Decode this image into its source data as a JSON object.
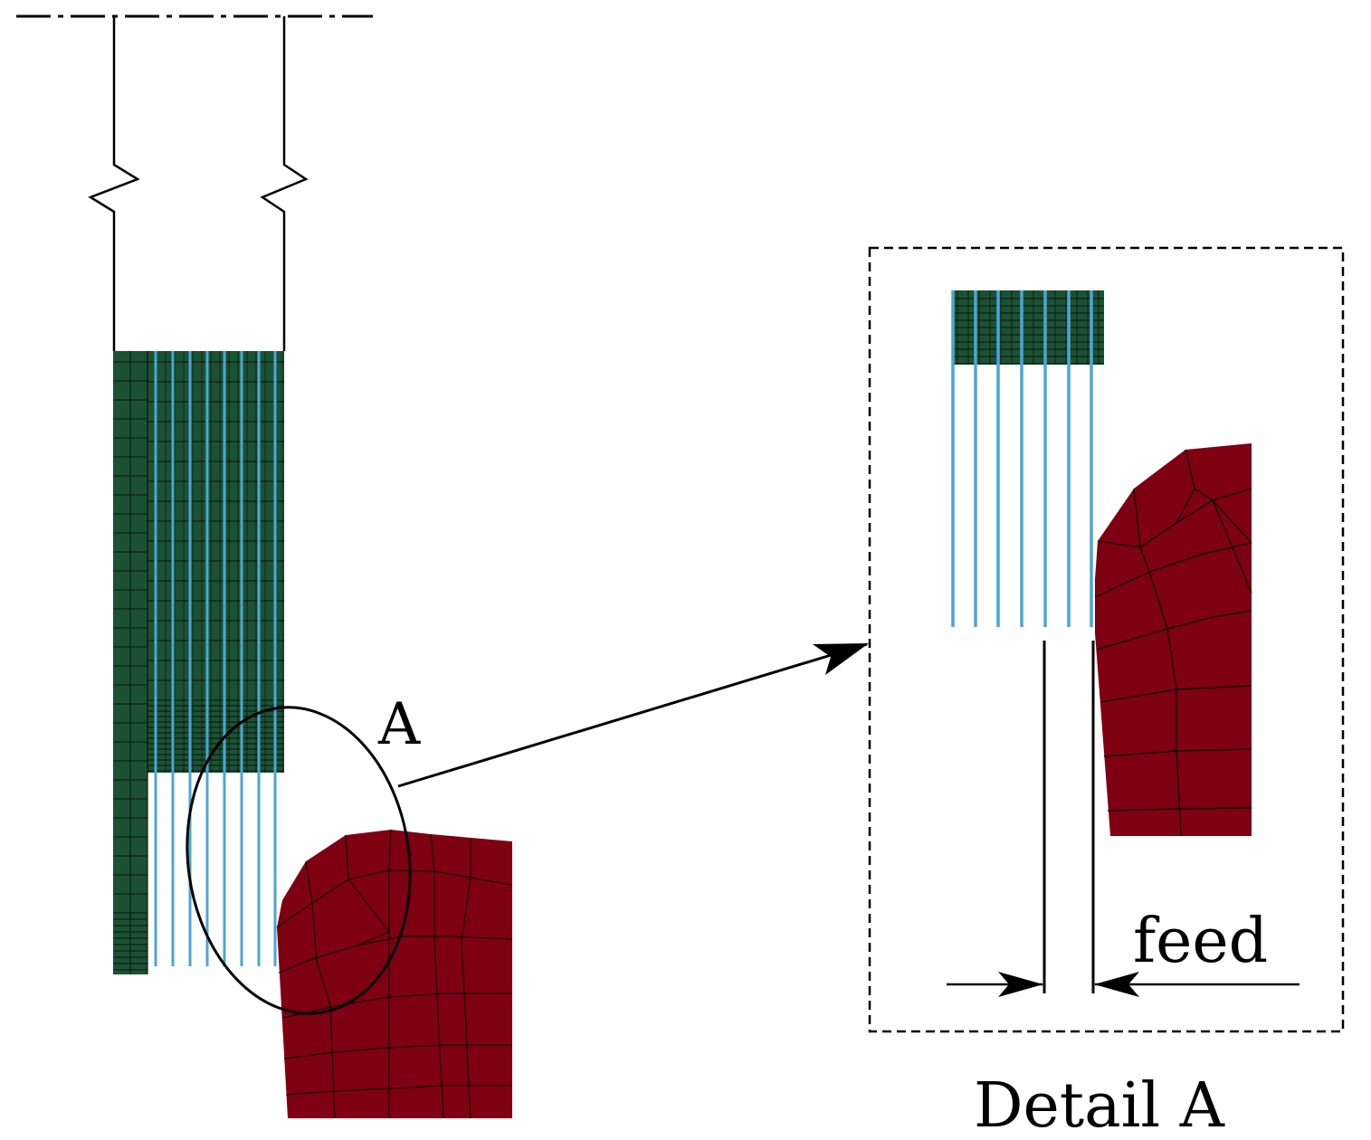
{
  "labels": {
    "callout": "A",
    "feed": "feed",
    "detail_title": "Detail A"
  },
  "colors": {
    "fiber_mesh": "#1c5233",
    "fiber_lines": "#4aa6d6",
    "tool_mesh": "#7e0012",
    "outline": "#000000"
  }
}
